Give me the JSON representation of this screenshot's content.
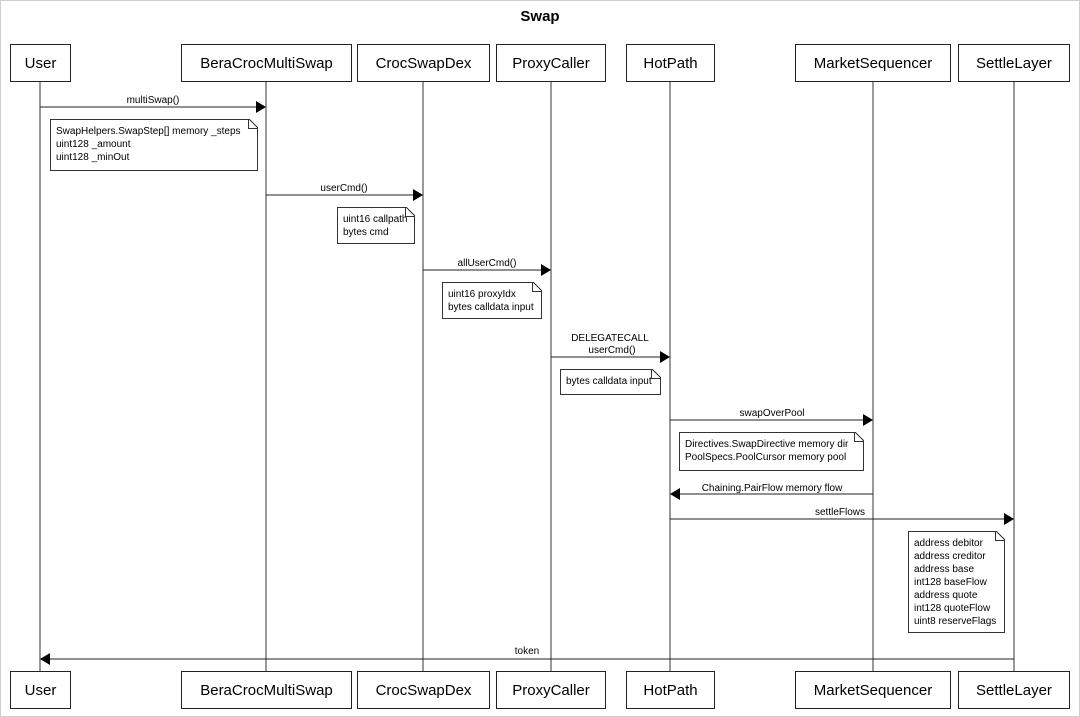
{
  "title": "Swap",
  "participants": [
    "User",
    "BeraCrocMultiSwap",
    "CrocSwapDex",
    "ProxyCaller",
    "HotPath",
    "MarketSequencer",
    "SettleLayer"
  ],
  "messages": [
    {
      "from": 0,
      "to": 1,
      "label": "multiSwap()"
    },
    {
      "from": 1,
      "to": 2,
      "label": "userCmd()"
    },
    {
      "from": 2,
      "to": 3,
      "label": "allUserCmd()"
    },
    {
      "from": 3,
      "to": 4,
      "label_top": "DELEGATECALL",
      "label": "userCmd()"
    },
    {
      "from": 4,
      "to": 5,
      "label": "swapOverPool"
    },
    {
      "from": 5,
      "to": 4,
      "label": "Chaining.PairFlow memory flow"
    },
    {
      "from": 4,
      "to": 6,
      "label": "settleFlows"
    },
    {
      "from": 6,
      "to": 0,
      "label": "token"
    }
  ],
  "notes": [
    {
      "lines": [
        "SwapHelpers.SwapStep[] memory _steps",
        "uint128 _amount",
        "uint128 _minOut"
      ]
    },
    {
      "lines": [
        "uint16 callpath",
        "bytes cmd"
      ]
    },
    {
      "lines": [
        "uint16 proxyIdx",
        "bytes calldata input"
      ]
    },
    {
      "lines": [
        "bytes calldata input"
      ]
    },
    {
      "lines": [
        "Directives.SwapDirective memory dir",
        "PoolSpecs.PoolCursor memory pool"
      ]
    },
    {
      "lines": [
        "address debitor",
        "address creditor",
        "address base",
        "int128 baseFlow",
        "address quote",
        "int128 quoteFlow",
        "uint8 reserveFlags"
      ]
    }
  ]
}
